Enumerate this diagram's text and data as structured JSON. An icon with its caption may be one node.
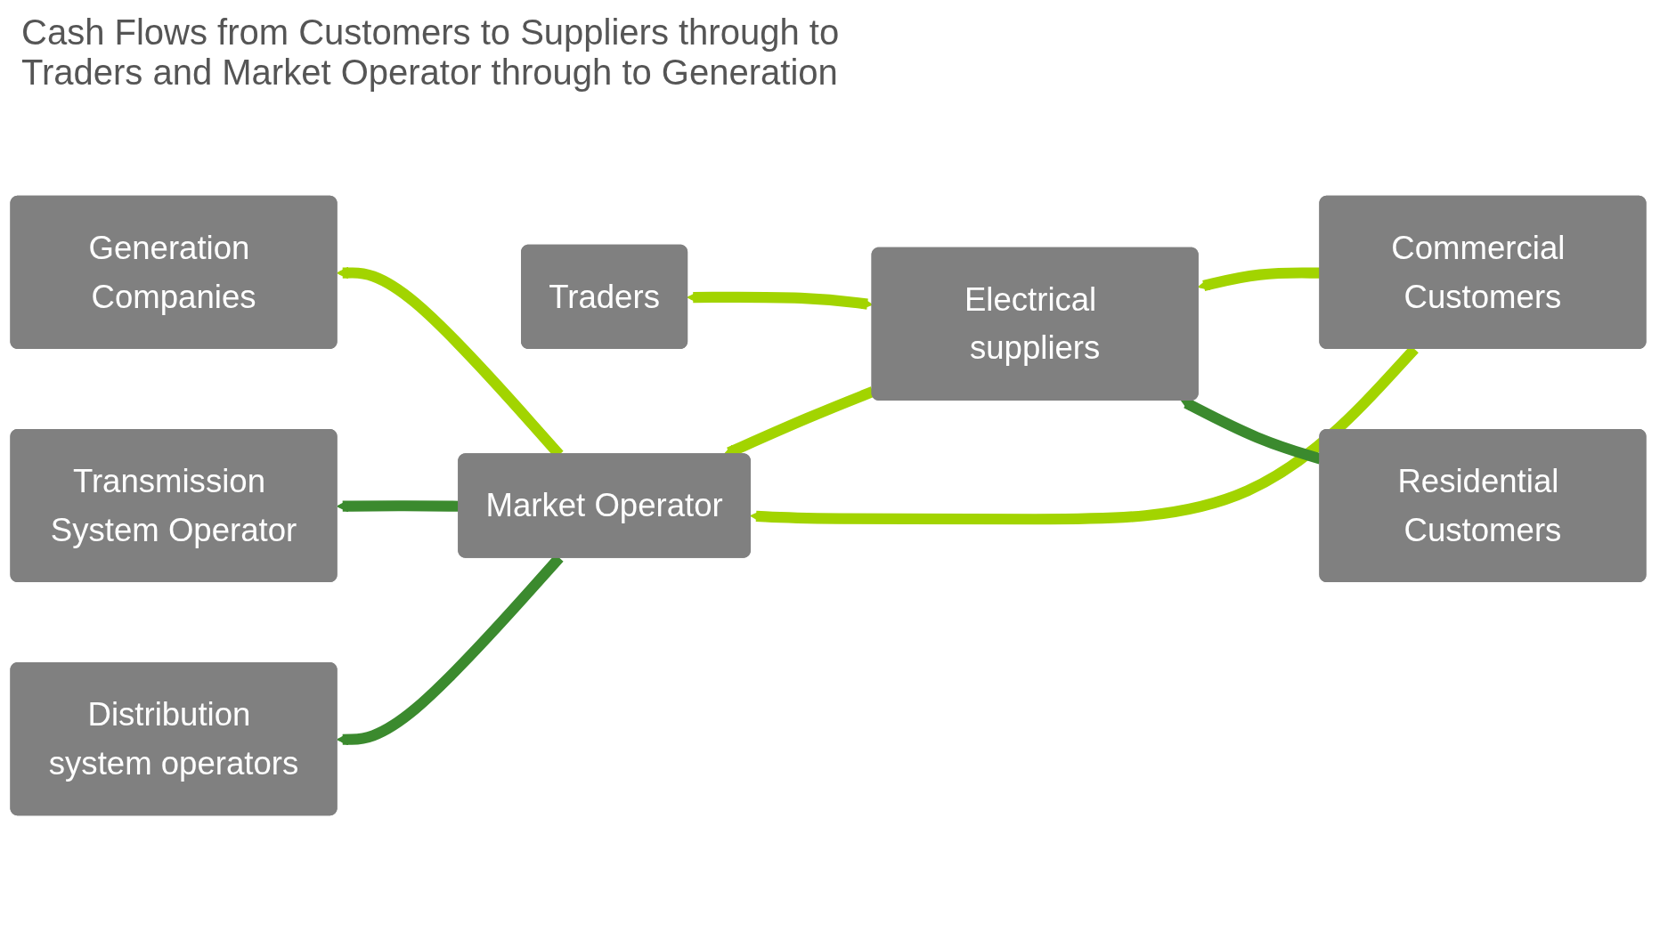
{
  "diagram": {
    "title": "Cash Flows from Customers to Suppliers through to Traders and Market Operator through to Generation",
    "nodes": [
      {
        "text": [
          "Traders"
        ]
      },
      {
        "text": [
          "Market Operator"
        ]
      },
      {
        "text": [
          "Electrical suppliers"
        ]
      },
      {
        "text": [
          "Generation Companies"
        ]
      },
      {
        "text": [
          "Commercial Customers"
        ]
      },
      {
        "text": [
          "Residential Customers"
        ]
      },
      {
        "text": [
          "Transmission System Operator"
        ]
      },
      {
        "text": [
          "Distribution system operators"
        ]
      }
    ],
    "edges": [
      {
        "from": 2,
        "to": 0,
        "arrow": "both"
      },
      {
        "from": 2,
        "to": 1,
        "arrow": "to"
      },
      {
        "from": 1,
        "to": 3,
        "arrow": "to"
      },
      {
        "from": 4,
        "to": 1,
        "arrow": "to"
      },
      {
        "from": 4,
        "to": 2,
        "arrow": "to"
      },
      {
        "from": 5,
        "to": 2,
        "arrow": "to",
        "color": "#3b8a2e"
      },
      {
        "from": 1,
        "to": 6,
        "arrow": "to",
        "color": "#3b8a2e"
      },
      {
        "from": 1,
        "to": 7,
        "arrow": "to",
        "color": "#3b8a2e"
      }
    ]
  }
}
